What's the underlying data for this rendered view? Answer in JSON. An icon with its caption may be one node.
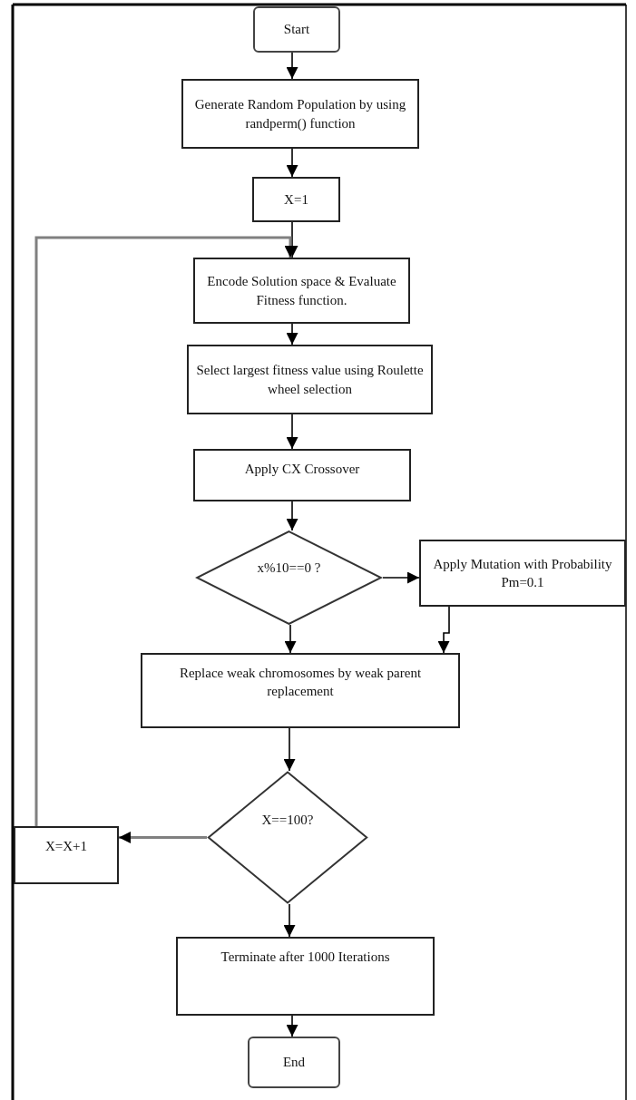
{
  "diagram": {
    "nodes": [
      {
        "text": [
          "Start"
        ]
      },
      {
        "text": [
          "Generate Random Population by using randperm()  function"
        ]
      },
      {
        "text": [
          "X=1"
        ]
      },
      {
        "text": [
          "Encode Solution space & Evaluate Fitness function."
        ]
      },
      {
        "text": [
          "Select largest fitness value using Roulette wheel selection"
        ]
      },
      {
        "text": [
          "Apply CX Crossover"
        ]
      },
      {
        "text": [
          "x%10==0 ?"
        ]
      },
      {
        "text": [
          "Apply Mutation with Probability  Pm=0.1"
        ]
      },
      {
        "text": [
          "Replace weak chromosomes  by weak parent replacement"
        ]
      },
      {
        "text": [
          "X==100?"
        ]
      },
      {
        "text": [
          "X=X+1"
        ]
      },
      {
        "text": [
          "Terminate after 1000 Iterations"
        ]
      },
      {
        "text": [
          "End"
        ]
      }
    ],
    "edges": [
      {
        "from": 0,
        "to": 1,
        "arrow": "to"
      },
      {
        "from": 1,
        "to": 2,
        "arrow": "to"
      },
      {
        "from": 2,
        "to": 3,
        "arrow": "to"
      },
      {
        "from": 3,
        "to": 4,
        "arrow": "to"
      },
      {
        "from": 4,
        "to": 5,
        "arrow": "to"
      },
      {
        "from": 5,
        "to": 6,
        "arrow": "to"
      },
      {
        "from": 6,
        "to": 7,
        "arrow": "to"
      },
      {
        "from": 6,
        "to": 8,
        "arrow": "to"
      },
      {
        "from": 7,
        "to": 8,
        "arrow": "to"
      },
      {
        "from": 8,
        "to": 9,
        "arrow": "to"
      },
      {
        "from": 9,
        "to": 10,
        "arrow": "to",
        "color": "#808080"
      },
      {
        "from": 10,
        "to": 3,
        "arrow": "to",
        "color": "#808080"
      },
      {
        "from": 9,
        "to": 11,
        "arrow": "to"
      },
      {
        "from": 11,
        "to": 12,
        "arrow": "to"
      }
    ]
  }
}
